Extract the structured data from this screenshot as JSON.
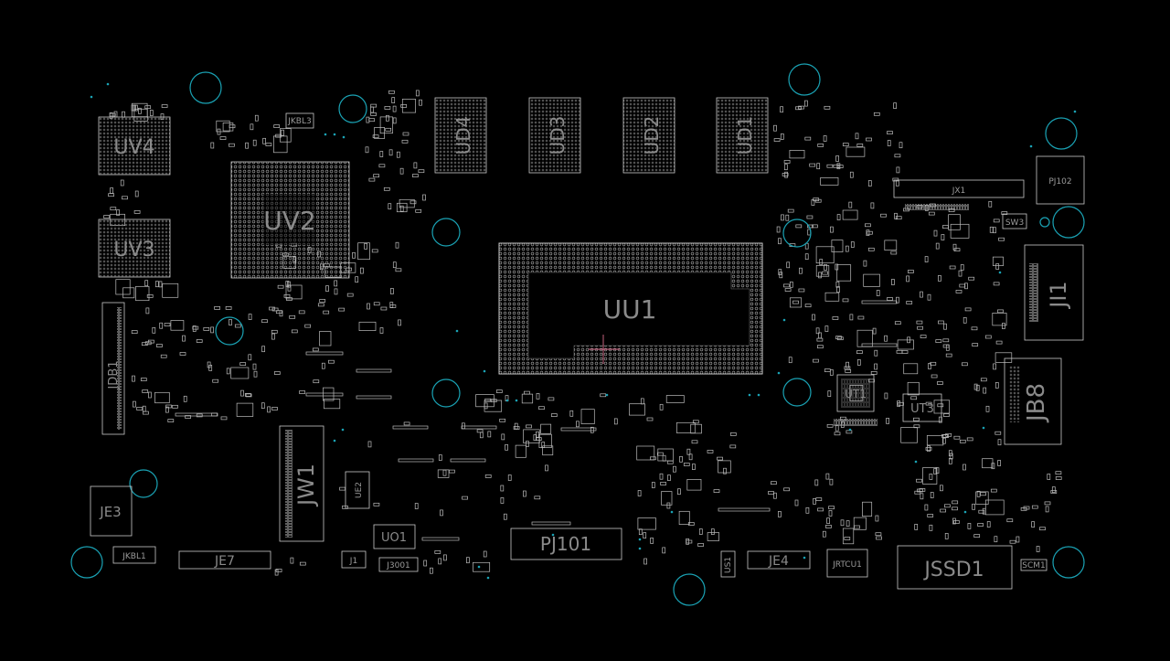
{
  "theme": {
    "background": "#000000",
    "outline": "#c8c8c8",
    "mounting_hole": "#1aa3b5",
    "crosshair": "#d86a8a"
  },
  "components": {
    "UV4": "UV4",
    "UV3": "UV3",
    "UV2": "UV2",
    "UD4": "UD4",
    "UD3": "UD3",
    "UD2": "UD2",
    "UD1": "UD1",
    "UU1": "UU1",
    "JX1": "JX1",
    "PJ102": "PJ102",
    "SW3": "SW3",
    "JI1": "JI1",
    "JB8": "JB8",
    "UT1": "UT1",
    "UT3": "UT3",
    "JDB1": "JDB1",
    "JW1": "JW1",
    "UE2": "UE2",
    "JE3": "JE3",
    "JKBL1": "JKBL1",
    "JKBL3": "JKBL3",
    "JE7": "JE7",
    "UO1": "UO1",
    "J1": "J1",
    "J3001": "J3001",
    "PJ101": "PJ101",
    "US1": "US1",
    "JE4": "JE4",
    "JRTCU1": "JRTCU1",
    "JSSD1": "JSSD1",
    "SCM1": "SCM1"
  }
}
